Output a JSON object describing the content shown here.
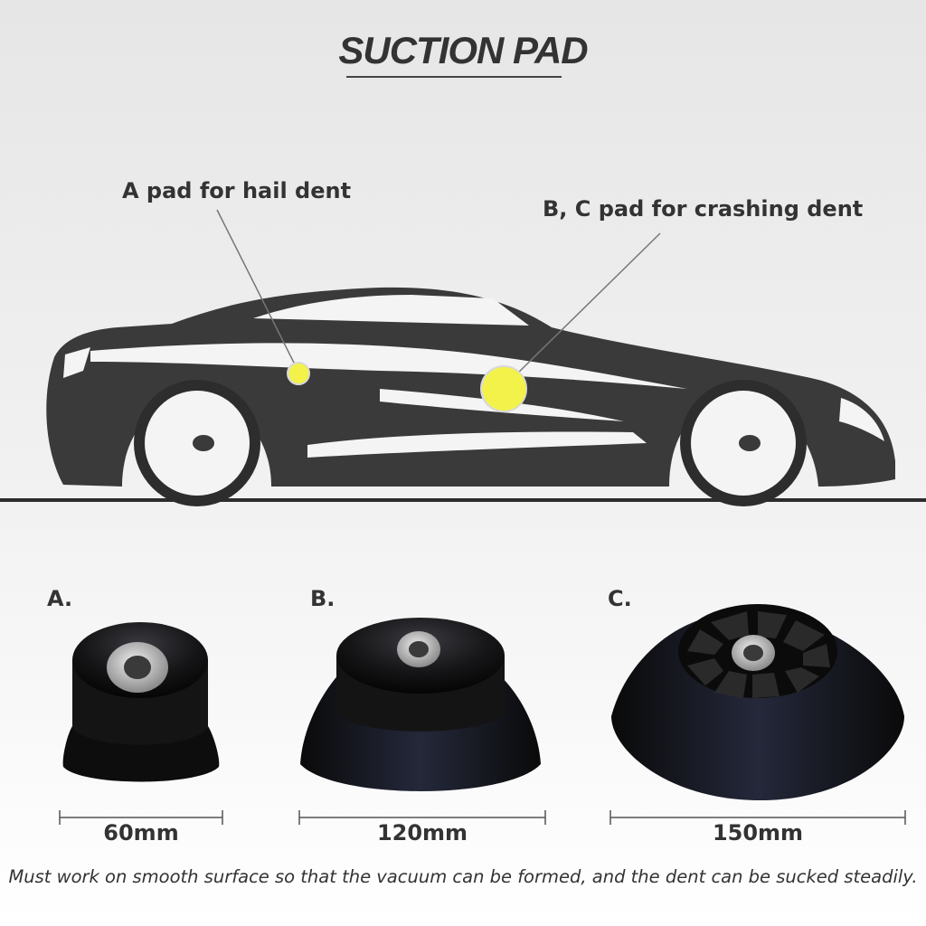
{
  "title": "SUCTION PAD",
  "callouts": {
    "a": "A pad for hail dent",
    "bc": "B, C pad for crashing dent"
  },
  "pads": [
    {
      "letter": "A.",
      "size": "60mm"
    },
    {
      "letter": "B.",
      "size": "120mm"
    },
    {
      "letter": "C.",
      "size": "150mm"
    }
  ],
  "note": "Must work on smooth surface so that the vacuum can be formed, and the dent can be sucked steadily.",
  "colors": {
    "car_body": "#3a3a3a",
    "highlight_dot": "#f2f24a",
    "rubber": "#111111",
    "metal_insert": "#b9b9b9"
  },
  "icons": {
    "car": "car-silhouette-icon",
    "pad": "suction-pad-icon"
  }
}
